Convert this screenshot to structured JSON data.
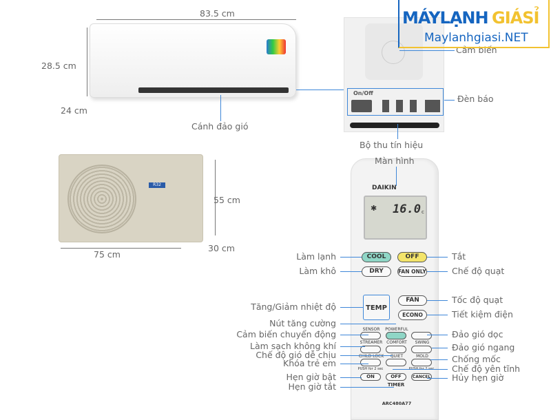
{
  "logo": {
    "brand_blue": "MÁYLẠNH",
    "brand_yellow": "GIÁSỈ",
    "site": "Maylanhgiasi.NET",
    "colors": {
      "blue": "#1565c0",
      "yellow": "#f2c230"
    }
  },
  "indoor": {
    "width": "83.5 cm",
    "height": "28.5 cm",
    "depth": "24 cm",
    "flap": "Cánh đảo gió"
  },
  "outdoor": {
    "height": "55 cm",
    "width": "75 cm",
    "depth": "30 cm",
    "label": "R32"
  },
  "panel": {
    "on_off": "On/Off",
    "sensor": "Cảm biến",
    "indicators": "Đèn báo",
    "receiver": "Bộ thu tín hiệu"
  },
  "remote": {
    "screen": "Màn hình",
    "brand": "DAIKIN",
    "temp": "16.0",
    "temp_unit": "c",
    "model": "ARC480A77",
    "buttons": {
      "cool": "COOL",
      "off": "OFF",
      "dry": "DRY",
      "fan_only": "FAN ONLY",
      "temp": "TEMP",
      "fan": "FAN",
      "econo": "ECONO",
      "sensor": "SENSOR",
      "powerful": "POWERFUL",
      "streamer": "STREAMER",
      "comfort": "COMFORT",
      "swing": "SWING",
      "child_lock": "CHILD LOCK",
      "quiet": "QUIET",
      "mold": "MOLD",
      "push1": "PUSH for 2 sec",
      "push2": "PUSH for 2 sec",
      "on": "ON",
      "timer_off": "OFF",
      "cancel": "CANCEL",
      "timer": "TIMER"
    }
  },
  "left_labels": [
    "Làm lạnh",
    "Làm khô",
    "Tăng/Giảm nhiệt độ",
    "Nút tăng cường",
    "Cảm biến chuyển động",
    "Làm sạch không khí",
    "Chế độ gió dễ chịu",
    "Khóa trẻ em",
    "Hẹn giờ bật",
    "Hẹn giờ tắt"
  ],
  "right_labels": [
    "Tắt",
    "Chế độ quạt",
    "Tốc độ quạt",
    "Tiết kiệm điện",
    "Đảo gió dọc",
    "Đảo gió ngang",
    "Chống mốc",
    "Chế độ yên tĩnh",
    "Hủy hẹn giờ"
  ]
}
